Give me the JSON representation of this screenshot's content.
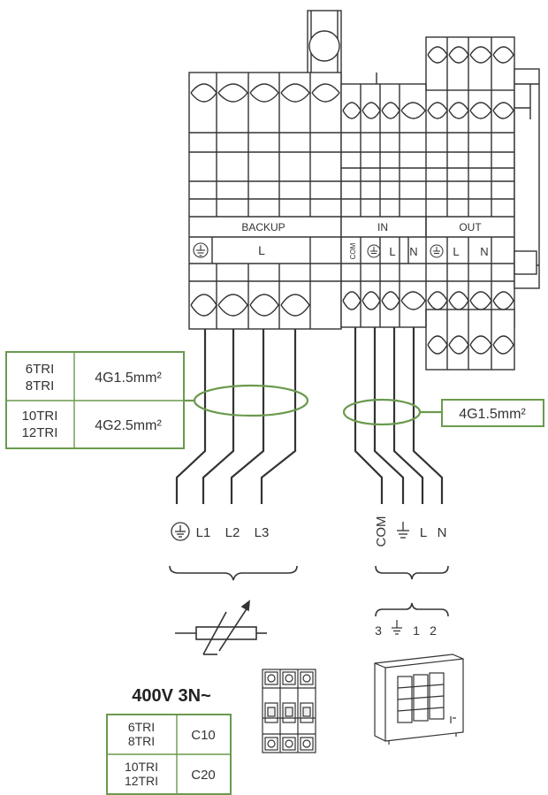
{
  "backup_block": {
    "header": "BACKUP",
    "terminal_label": "L"
  },
  "in_out_block": {
    "in_header": "IN",
    "out_header": "OUT",
    "com_label": "COM",
    "l_label": "L",
    "n_label": "N",
    "out_l_label": "L",
    "out_n_label": "N"
  },
  "cable_table_left": {
    "rows": [
      {
        "models_line1": "6TRI",
        "models_line2": "8TRI",
        "cable": "4G1.5mm²"
      },
      {
        "models_line1": "10TRI",
        "models_line2": "12TRI",
        "cable": "4G2.5mm²"
      }
    ]
  },
  "cable_label_right": "4G1.5mm²",
  "terminals_left": [
    "L1",
    "L2",
    "L3"
  ],
  "terminals_right": {
    "com": "COM",
    "l": "L",
    "n": "N"
  },
  "outdoor_unit_terminals": [
    "3",
    "1",
    "2"
  ],
  "supply_label": "400V 3N~",
  "breaker_table": {
    "rows": [
      {
        "models_line1": "6TRI",
        "models_line2": "8TRI",
        "rating": "C10"
      },
      {
        "models_line1": "10TRI",
        "models_line2": "12TRI",
        "rating": "C20"
      }
    ]
  },
  "colors": {
    "line": "#333333",
    "accent_green": "#6a9a4e"
  },
  "icons": [
    "earth-icon",
    "variable-resistor-icon",
    "circuit-breaker-icon",
    "outdoor-unit-icon"
  ]
}
